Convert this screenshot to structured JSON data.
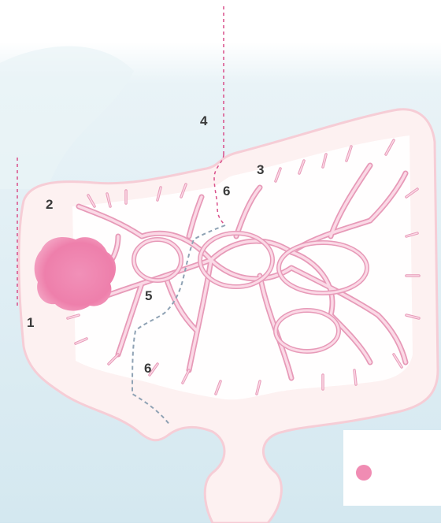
{
  "labels": [
    {
      "id": "1",
      "text": "1"
    },
    {
      "id": "2",
      "text": "2"
    },
    {
      "id": "3",
      "text": "3"
    },
    {
      "id": "4",
      "text": "4"
    },
    {
      "id": "5",
      "text": "5"
    },
    {
      "id": "6a",
      "text": "6"
    },
    {
      "id": "6b",
      "text": "6"
    }
  ],
  "colors": {
    "background_top": "#ffffff",
    "background_blue": "#d4e8f0",
    "colon": "#fdf1f1",
    "colon_outline": "#f6cdd6",
    "vessel": "#f7c6d8",
    "vessel_outline": "#e79ab8",
    "tumor": "#ee7fab",
    "section_line": "#d94f8a",
    "dashed_path": "#8fa2b4",
    "legend_swatch": "#f08cb3"
  },
  "icons": {
    "tumor": "tumor-blob",
    "legend_swatch": "circle"
  }
}
